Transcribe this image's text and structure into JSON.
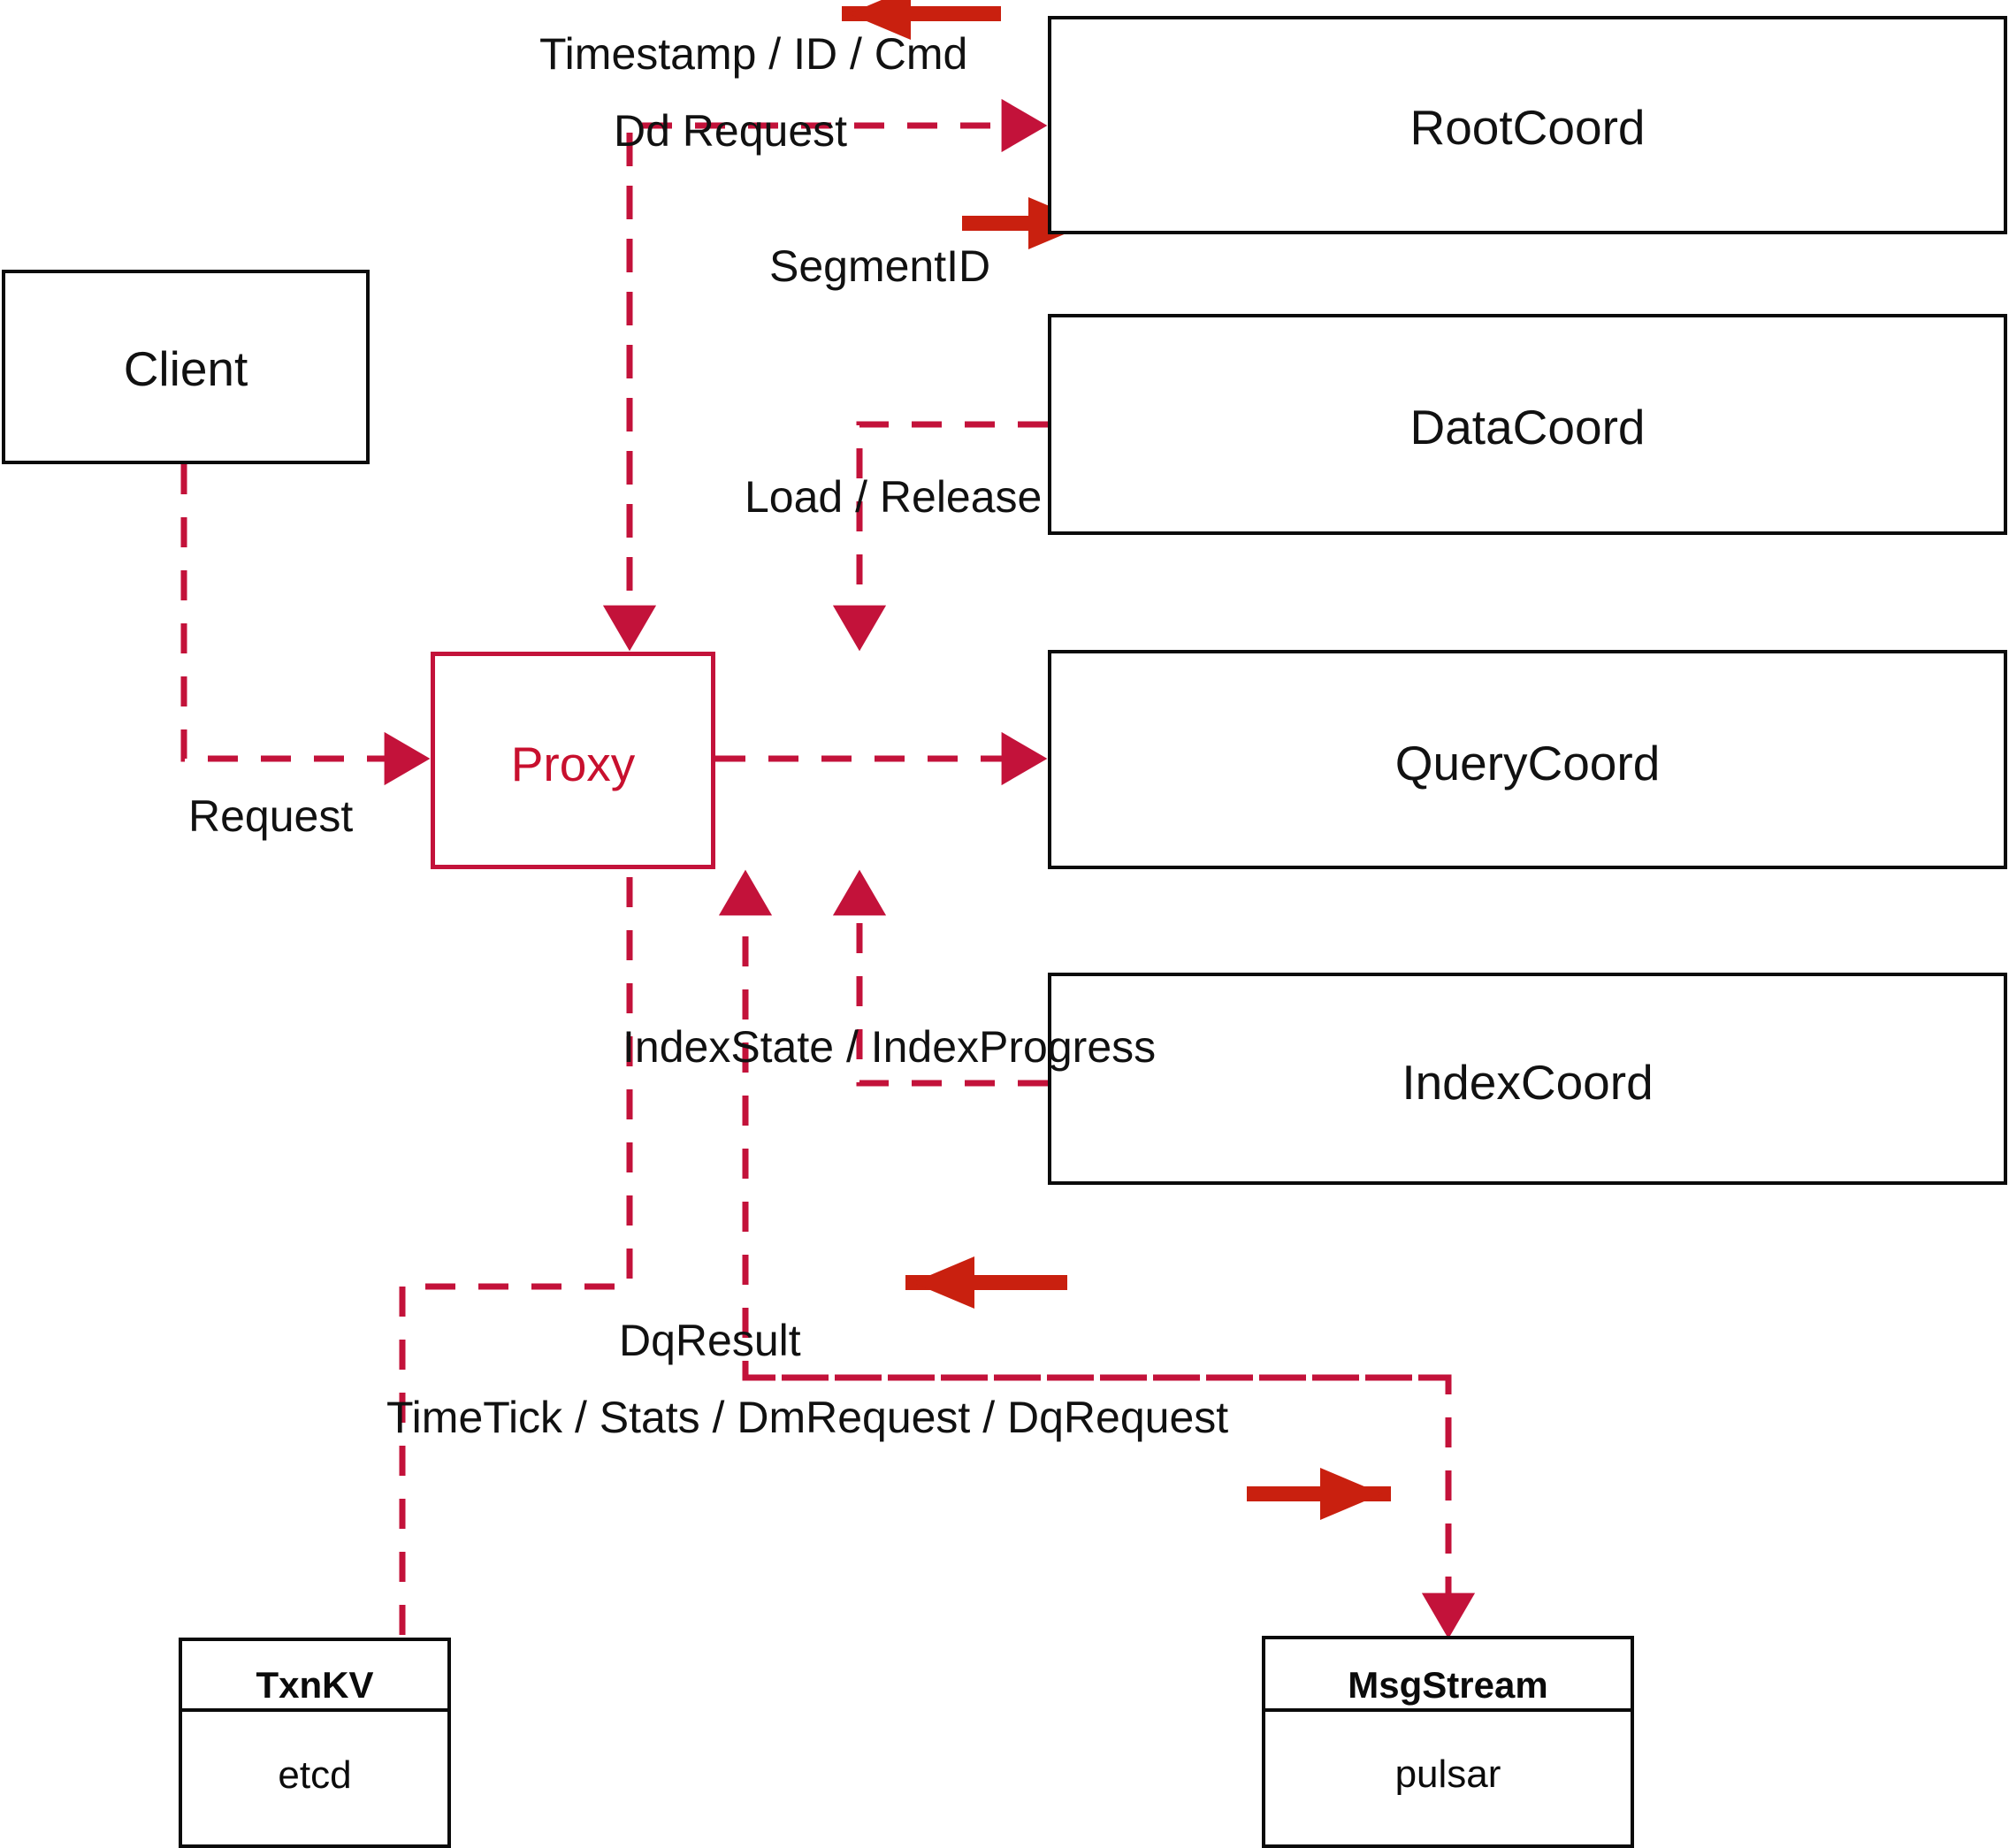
{
  "diagram": {
    "title": "Milvus Proxy interaction diagram",
    "colors": {
      "dashed_line": "#c3123a",
      "solid_arrow": "#c9200f",
      "node_border": "#0b0b0b",
      "proxy_border": "#c3123a",
      "proxy_text": "#c8102e",
      "background": "#ffffff"
    }
  },
  "nodes": {
    "client": {
      "label": "Client"
    },
    "proxy": {
      "label": "Proxy"
    },
    "root_coord": {
      "label": "RootCoord"
    },
    "data_coord": {
      "label": "DataCoord"
    },
    "query_coord": {
      "label": "QueryCoord"
    },
    "index_coord": {
      "label": "IndexCoord"
    },
    "txnkv": {
      "title": "TxnKV",
      "body": "etcd"
    },
    "msgstream": {
      "title": "MsgStream",
      "body": "pulsar"
    }
  },
  "edge_labels": {
    "timestamp_id_cmd": "Timestamp / ID / Cmd",
    "dd_request": "Dd Request",
    "segment_id": "SegmentID",
    "request": "Request",
    "load_release": "Load / Release",
    "index_state_progress": "IndexState / IndexProgress",
    "dq_result": "DqResult",
    "timetick_stats": "TimeTick / Stats / DmRequest / DqRequest"
  },
  "chart_data": {
    "type": "diagram",
    "title": "Proxy component interactions",
    "nodes": [
      {
        "id": "client",
        "label": "Client",
        "style": "black-rect"
      },
      {
        "id": "proxy",
        "label": "Proxy",
        "style": "red-rect"
      },
      {
        "id": "root_coord",
        "label": "RootCoord",
        "style": "black-rect"
      },
      {
        "id": "data_coord",
        "label": "DataCoord",
        "style": "black-rect"
      },
      {
        "id": "query_coord",
        "label": "QueryCoord",
        "style": "black-rect"
      },
      {
        "id": "index_coord",
        "label": "IndexCoord",
        "style": "black-rect"
      },
      {
        "id": "txnkv",
        "label": "TxnKV",
        "sublabel": "etcd",
        "style": "uml-class"
      },
      {
        "id": "msgstream",
        "label": "MsgStream",
        "sublabel": "pulsar",
        "style": "uml-class"
      }
    ],
    "edges": [
      {
        "from": "client",
        "to": "proxy",
        "label": "Request",
        "direction": "to-proxy"
      },
      {
        "from": "proxy",
        "to": "root_coord",
        "label": "Dd Request",
        "direction": "to-rootcoord"
      },
      {
        "from": "root_coord",
        "to": "proxy",
        "label": "Timestamp / ID / Cmd",
        "direction": "to-proxy"
      },
      {
        "from": "data_coord",
        "to": "proxy",
        "label": "SegmentID",
        "direction": "to-proxy"
      },
      {
        "from": "proxy",
        "to": "query_coord",
        "label": "Load / Release",
        "direction": "to-querycoord"
      },
      {
        "from": "index_coord",
        "to": "proxy",
        "label": "IndexState / IndexProgress",
        "direction": "to-proxy"
      },
      {
        "from": "msgstream",
        "to": "proxy",
        "label": "DqResult",
        "direction": "to-proxy"
      },
      {
        "from": "proxy",
        "to": "msgstream",
        "label": "TimeTick / Stats / DmRequest / DqRequest",
        "direction": "to-msgstream"
      },
      {
        "from": "proxy",
        "to": "txnkv",
        "label": "",
        "direction": "to-txnkv"
      }
    ]
  }
}
